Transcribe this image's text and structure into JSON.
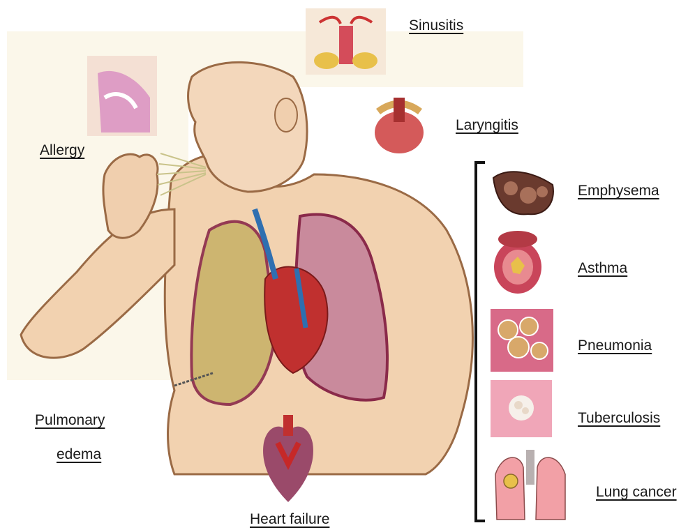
{
  "labels": {
    "sinusitis": "Sinusitis",
    "laryngitis": "Laryngitis",
    "allergy": "Allergy",
    "emphysema": "Emphysema",
    "asthma": "Asthma",
    "pneumonia": "Pneumonia",
    "tuberculosis": "Tuberculosis",
    "lung_cancer": "Lung cancer",
    "pulmonary_line1": "Pulmonary",
    "pulmonary_line2": "edema",
    "heart_failure": "Heart failure"
  },
  "colors": {
    "skin": "#f2d2b0",
    "skin_outline": "#9a6a45",
    "lung": "#c98a9c",
    "lung_outline": "#8a2a4a",
    "fluid_lung": "#c9b26a",
    "heart": "#c0302f",
    "vessel_blue": "#2f6fb0",
    "bracket": "#111111"
  }
}
